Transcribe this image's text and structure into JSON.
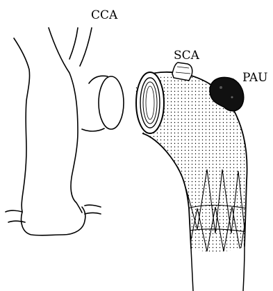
{
  "labels": {
    "cca": "CCA",
    "sca": "SCA",
    "pau": "PAU"
  },
  "colors": {
    "ink": "#000000",
    "background": "#ffffff"
  }
}
